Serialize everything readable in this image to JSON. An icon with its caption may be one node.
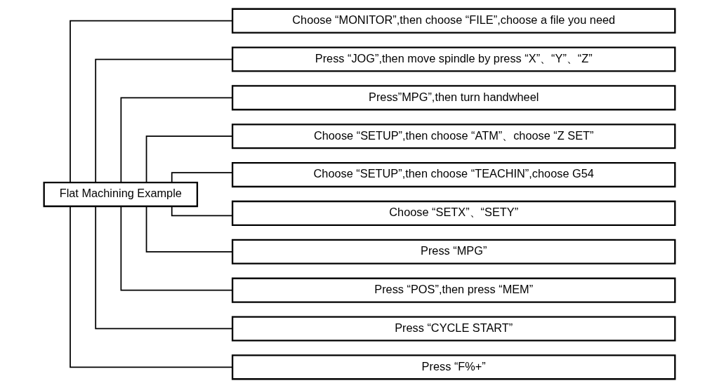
{
  "diagram": {
    "nodes": [
      {
        "text": [
          "Flat Machining Example"
        ]
      },
      {
        "text": [
          "Choose “MONITOR”,then choose “FILE”,choose a file you need"
        ]
      },
      {
        "text": [
          "Press “JOG”,then move spindle by press “X”、“Y”、“Z”"
        ]
      },
      {
        "text": [
          "Press”MPG”,then turn handwheel"
        ]
      },
      {
        "text": [
          "Choose “SETUP”,then choose “ATM”、choose “Z SET”"
        ]
      },
      {
        "text": [
          "Choose “SETUP”,then choose “TEACHIN”,choose G54"
        ]
      },
      {
        "text": [
          "Choose “SETX”、“SETY”"
        ]
      },
      {
        "text": [
          "Press “MPG”"
        ]
      },
      {
        "text": [
          "Press “POS”,then press “MEM”"
        ]
      },
      {
        "text": [
          "Press “CYCLE START”"
        ]
      },
      {
        "text": [
          "Press “F%+”"
        ]
      }
    ],
    "edges": [
      {
        "from": 0,
        "to": 1,
        "arrow": "none"
      },
      {
        "from": 0,
        "to": 2,
        "arrow": "none"
      },
      {
        "from": 0,
        "to": 3,
        "arrow": "none"
      },
      {
        "from": 0,
        "to": 4,
        "arrow": "none"
      },
      {
        "from": 0,
        "to": 5,
        "arrow": "none"
      },
      {
        "from": 0,
        "to": 6,
        "arrow": "none"
      },
      {
        "from": 0,
        "to": 7,
        "arrow": "none"
      },
      {
        "from": 0,
        "to": 8,
        "arrow": "none"
      },
      {
        "from": 0,
        "to": 9,
        "arrow": "none"
      },
      {
        "from": 0,
        "to": 10,
        "arrow": "none"
      }
    ]
  }
}
